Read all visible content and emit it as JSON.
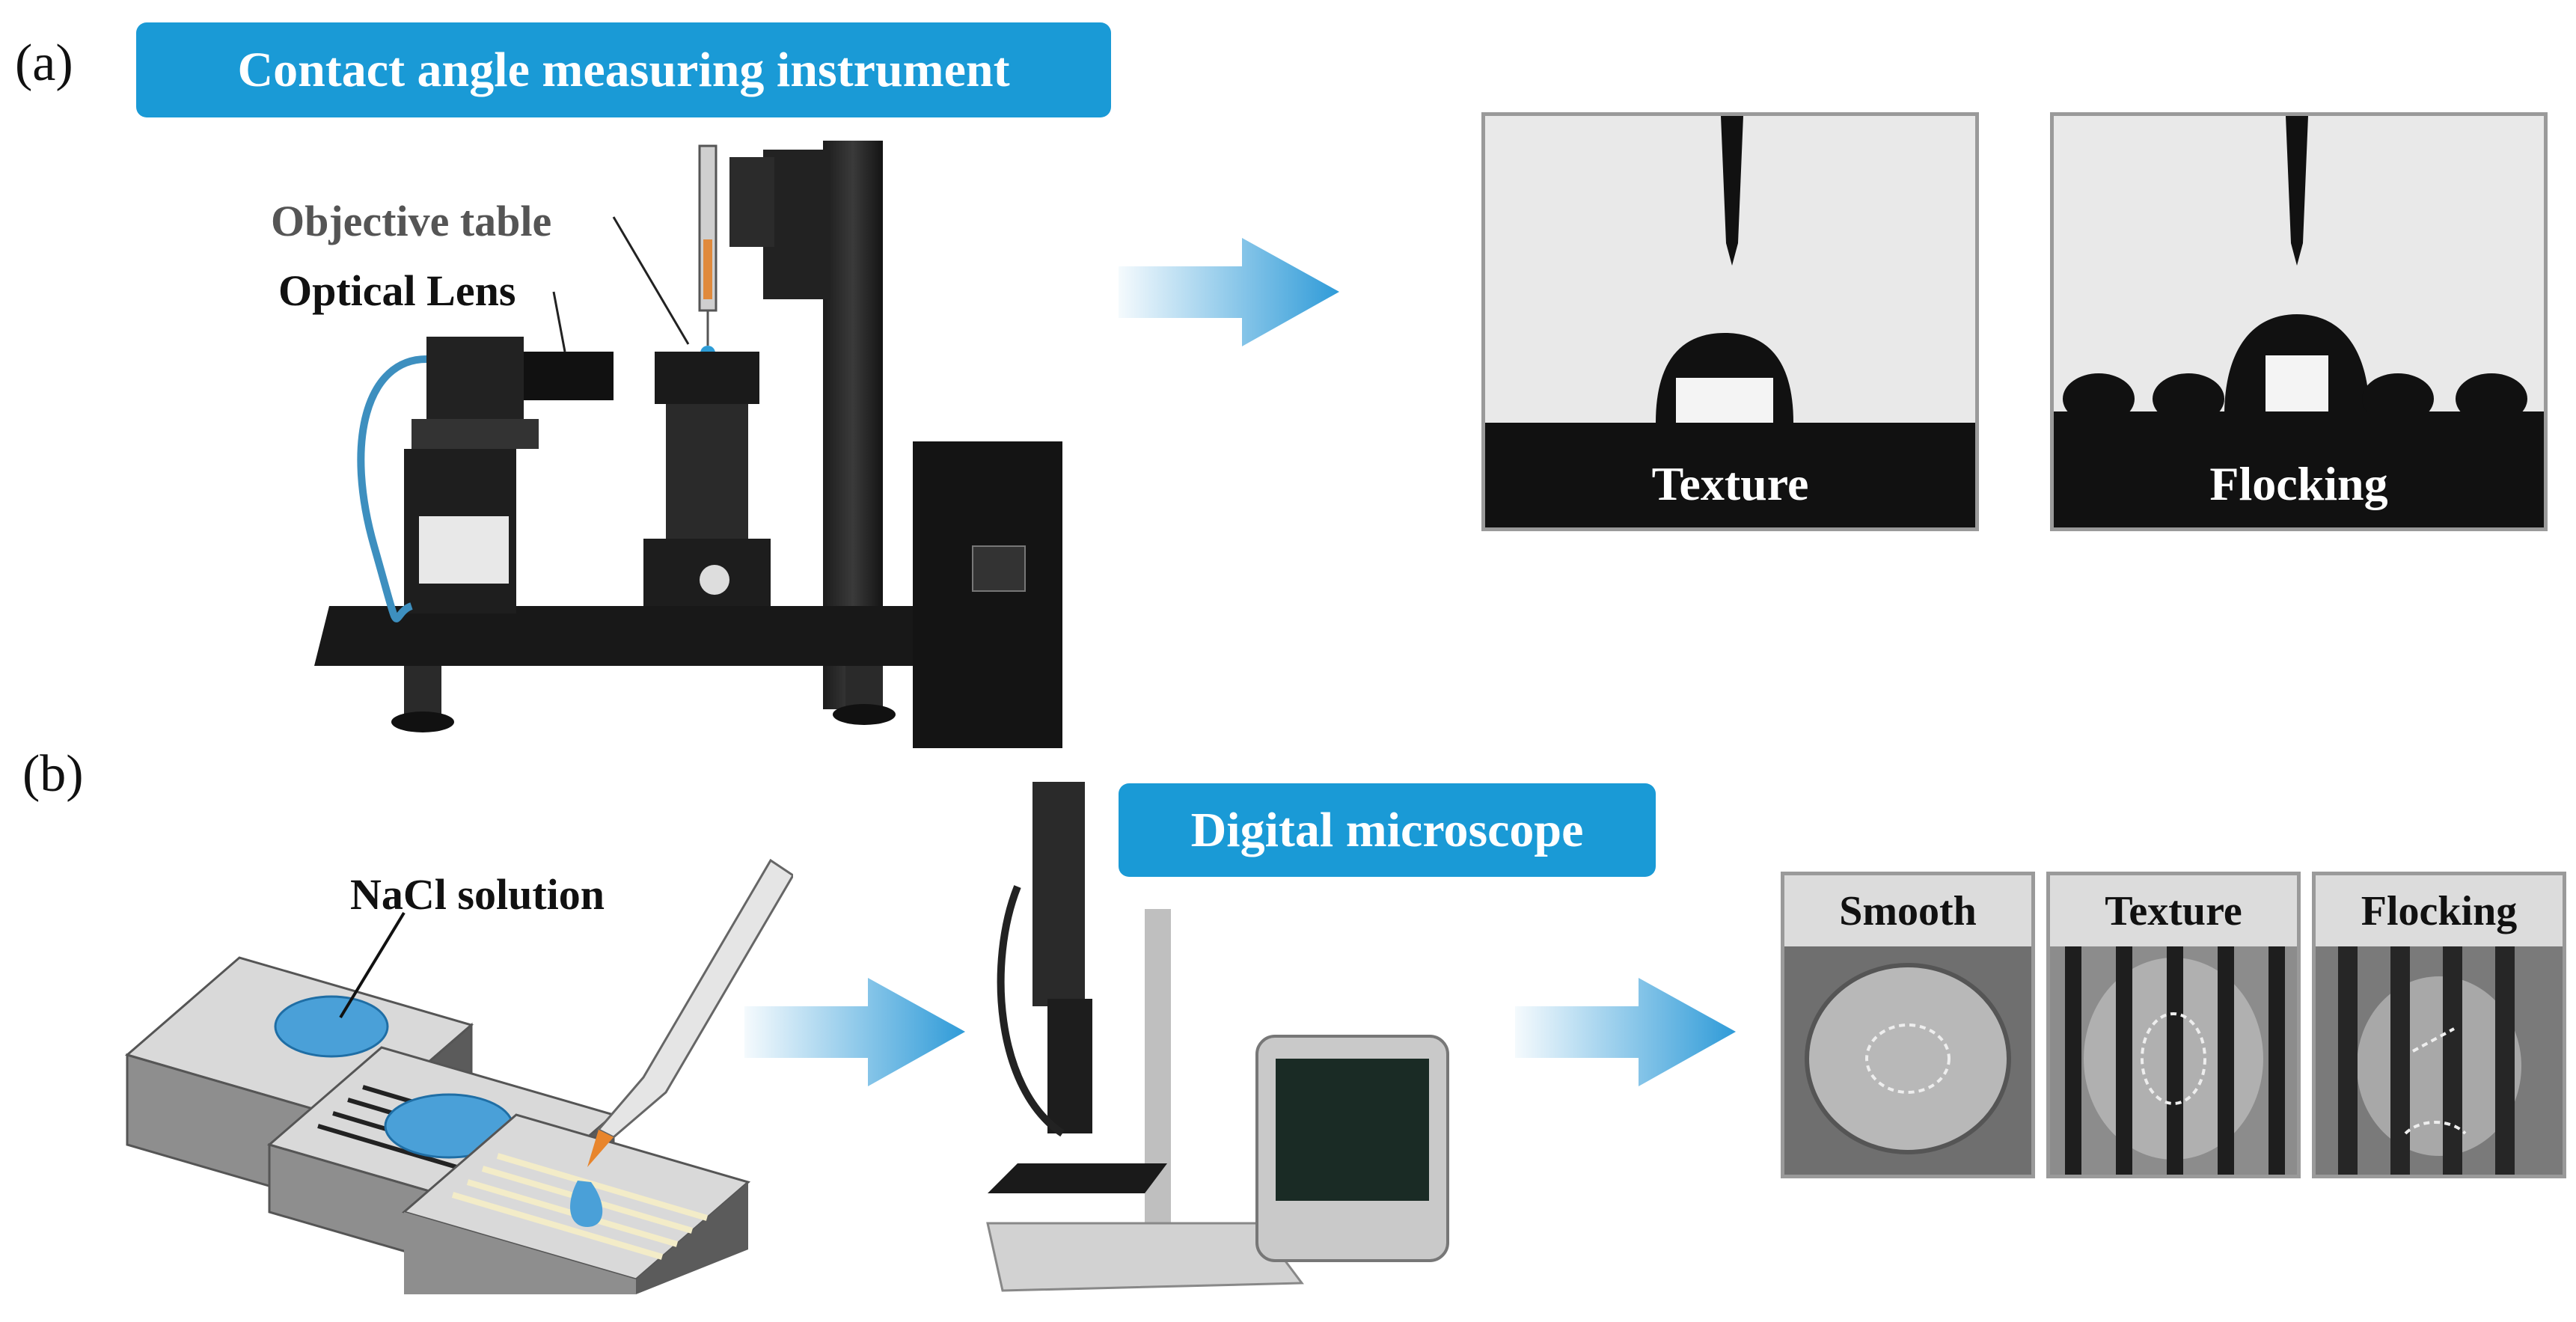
{
  "panel_a": {
    "letter": "(a)",
    "banner": "Contact angle measuring instrument",
    "labels": {
      "objective_table": "Objective table",
      "optical_lens": "Optical Lens"
    },
    "results": [
      {
        "label": "Texture"
      },
      {
        "label": "Flocking"
      }
    ]
  },
  "panel_b": {
    "letter": "(b)",
    "nacl_label": "NaCl solution",
    "banner": "Digital microscope",
    "thumbs": [
      {
        "label": "Smooth"
      },
      {
        "label": "Texture"
      },
      {
        "label": "Flocking"
      }
    ]
  },
  "colors": {
    "banner": "#1a9ad6",
    "arrow": "#2f9bd8",
    "frame": "#9a9a9a"
  }
}
